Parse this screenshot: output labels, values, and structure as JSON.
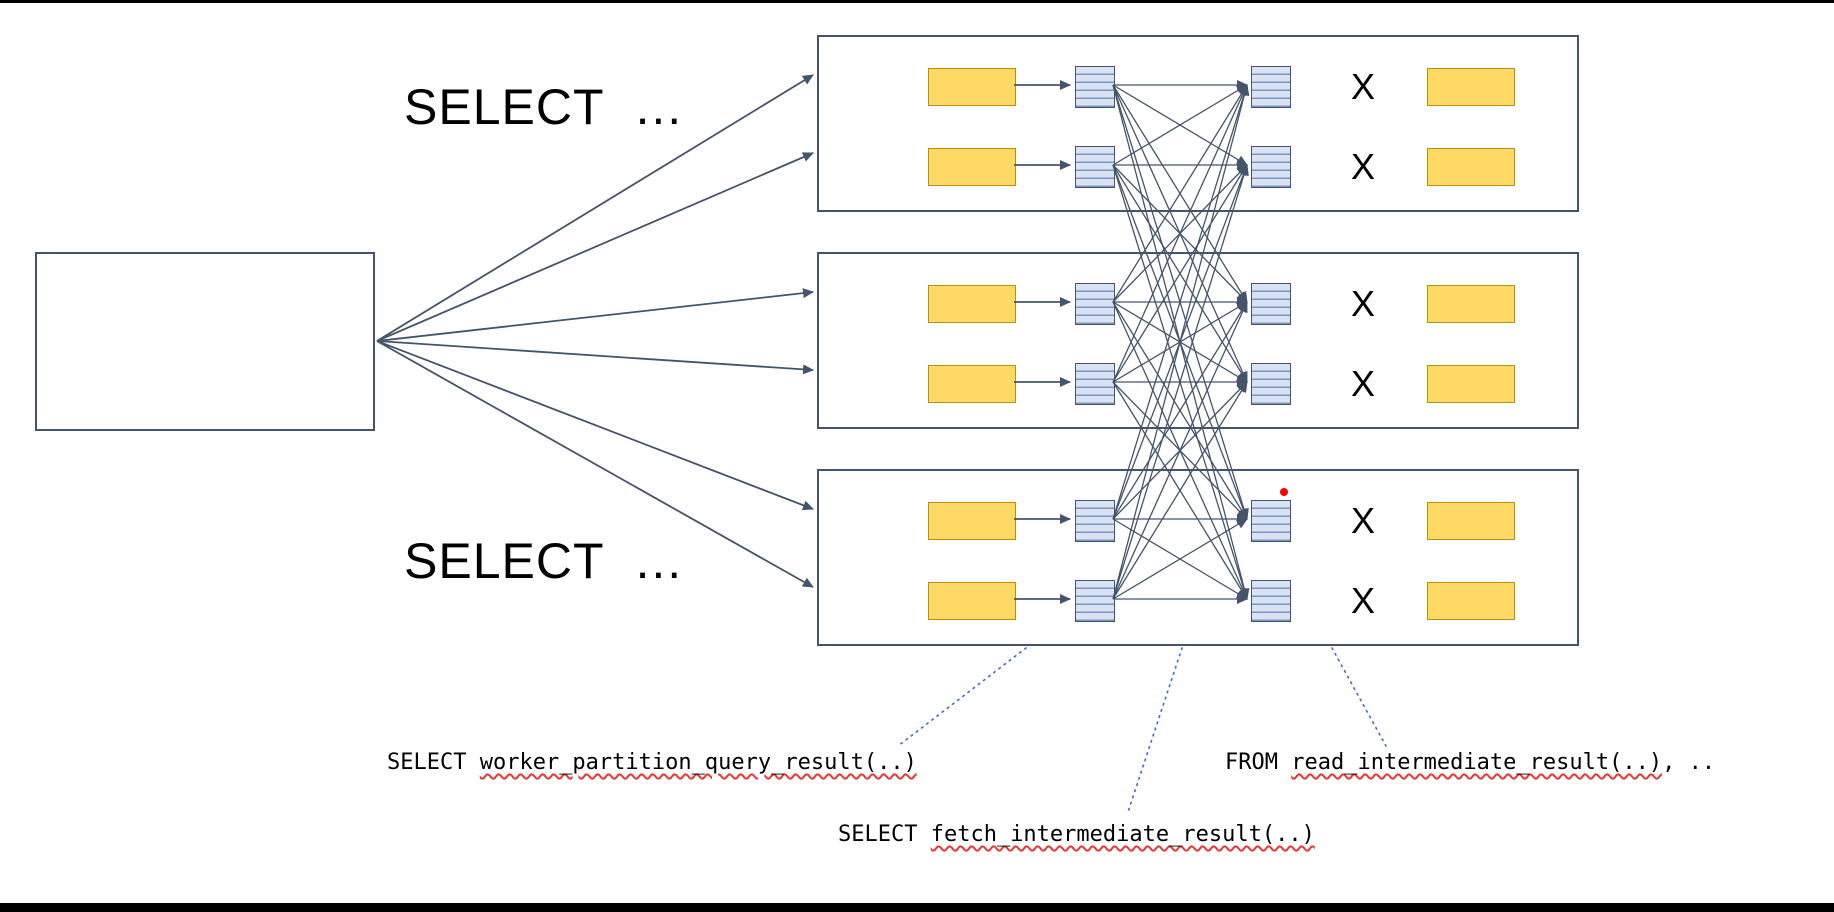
{
  "colors": {
    "slate": "#44546A",
    "yellow": "#FFD966",
    "yellowBorder": "#BF9000",
    "stripeLight": "#DAE3F3",
    "stripeDark": "#7B96BC",
    "leaderBlue": "#4472C4",
    "squiggleRed": "#E53935",
    "dotRed": "#FF0000",
    "barBlack": "#000000"
  },
  "labels": {
    "select_top": "SELECT  …",
    "select_bottom": "SELECT  …",
    "cross": "X"
  },
  "annotations": {
    "partition": {
      "keyword": "SELECT ",
      "function": "worker_partition_query_result(..)",
      "tail": ""
    },
    "read": {
      "keyword": "FROM ",
      "function": "read_intermediate_result(..)",
      "tail": ", .."
    },
    "fetch": {
      "keyword": "SELECT ",
      "function": "fetch_intermediate_result(..)",
      "tail": ""
    }
  }
}
